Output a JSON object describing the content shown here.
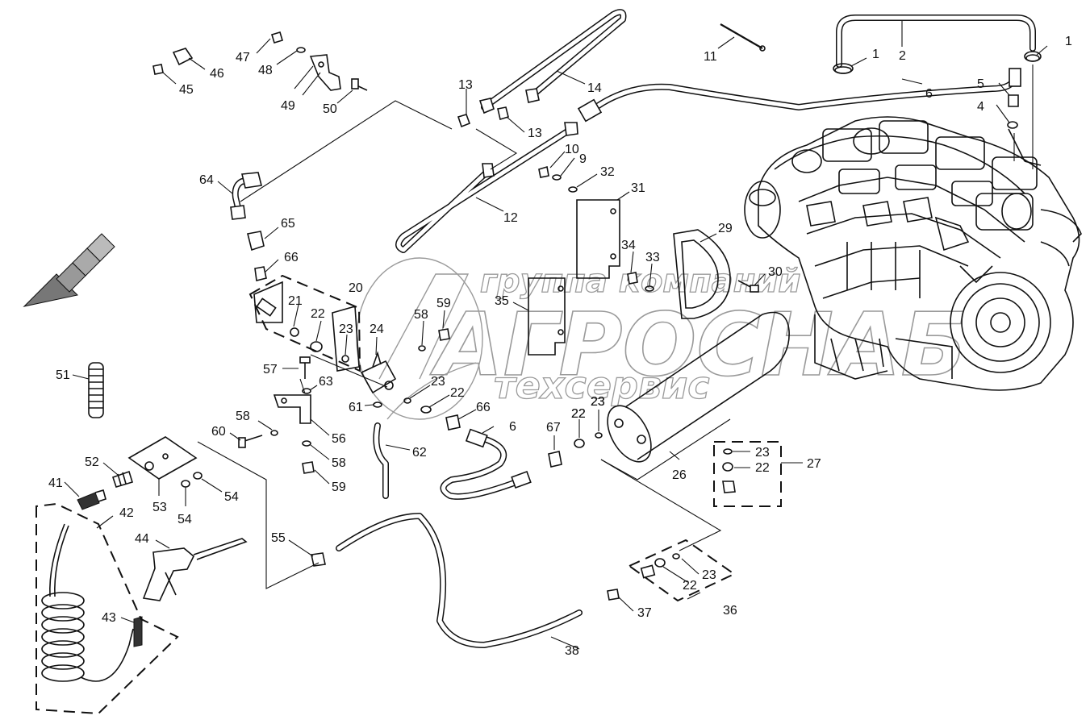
{
  "watermark": {
    "line1": "группа компаний",
    "line2": "АГРОСНАБ",
    "line3": "техсервис"
  },
  "callouts": [
    "1",
    "2",
    "1",
    "6",
    "5",
    "4",
    "11",
    "14",
    "13",
    "13",
    "12",
    "10",
    "9",
    "32",
    "31",
    "29",
    "34",
    "33",
    "30",
    "35",
    "26",
    "27",
    "23",
    "22",
    "23",
    "22",
    "22",
    "23",
    "36",
    "37",
    "38",
    "47",
    "48",
    "46",
    "45",
    "49",
    "50",
    "64",
    "65",
    "66",
    "20",
    "21",
    "22",
    "23",
    "24",
    "58",
    "59",
    "57",
    "63",
    "23",
    "22",
    "66",
    "61",
    "6",
    "67",
    "22",
    "23",
    "60",
    "58",
    "56",
    "58",
    "59",
    "62",
    "51",
    "52",
    "53",
    "54",
    "54",
    "41",
    "42",
    "44",
    "43",
    "55"
  ],
  "colors": {
    "line": "#111111",
    "watermark": "#9a9a9a",
    "background": "#ffffff"
  }
}
